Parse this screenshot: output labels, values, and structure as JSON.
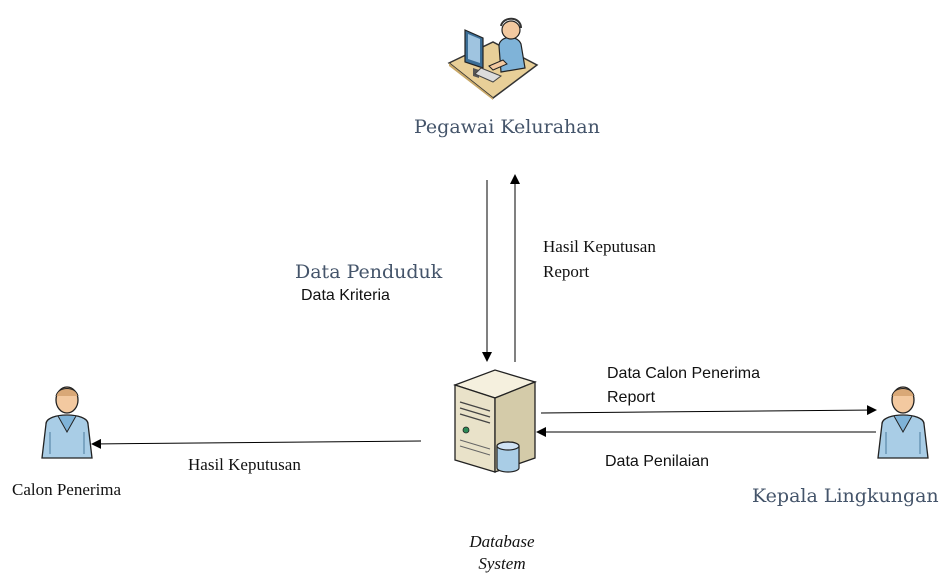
{
  "actors": {
    "pegawai": "Pegawai Kelurahan",
    "calon": "Calon Penerima",
    "kepala": "Kepala Lingkungan"
  },
  "system": {
    "line1": "Database",
    "line2": "System"
  },
  "flows": {
    "data_penduduk": "Data Penduduk",
    "data_kriteria": "Data Kriteria",
    "hasil_keputusan_top": "Hasil Keputusan",
    "report_top": "Report",
    "data_calon_penerima": "Data Calon Penerima",
    "report_right": "Report",
    "data_penilaian": "Data Penilaian",
    "hasil_keputusan_left": "Hasil Keputusan"
  },
  "colors": {
    "actor_label": "#44546a",
    "person_shirt": "#a9cde6",
    "person_skin": "#f3c9a0",
    "server_body": "#e9e2c9"
  }
}
